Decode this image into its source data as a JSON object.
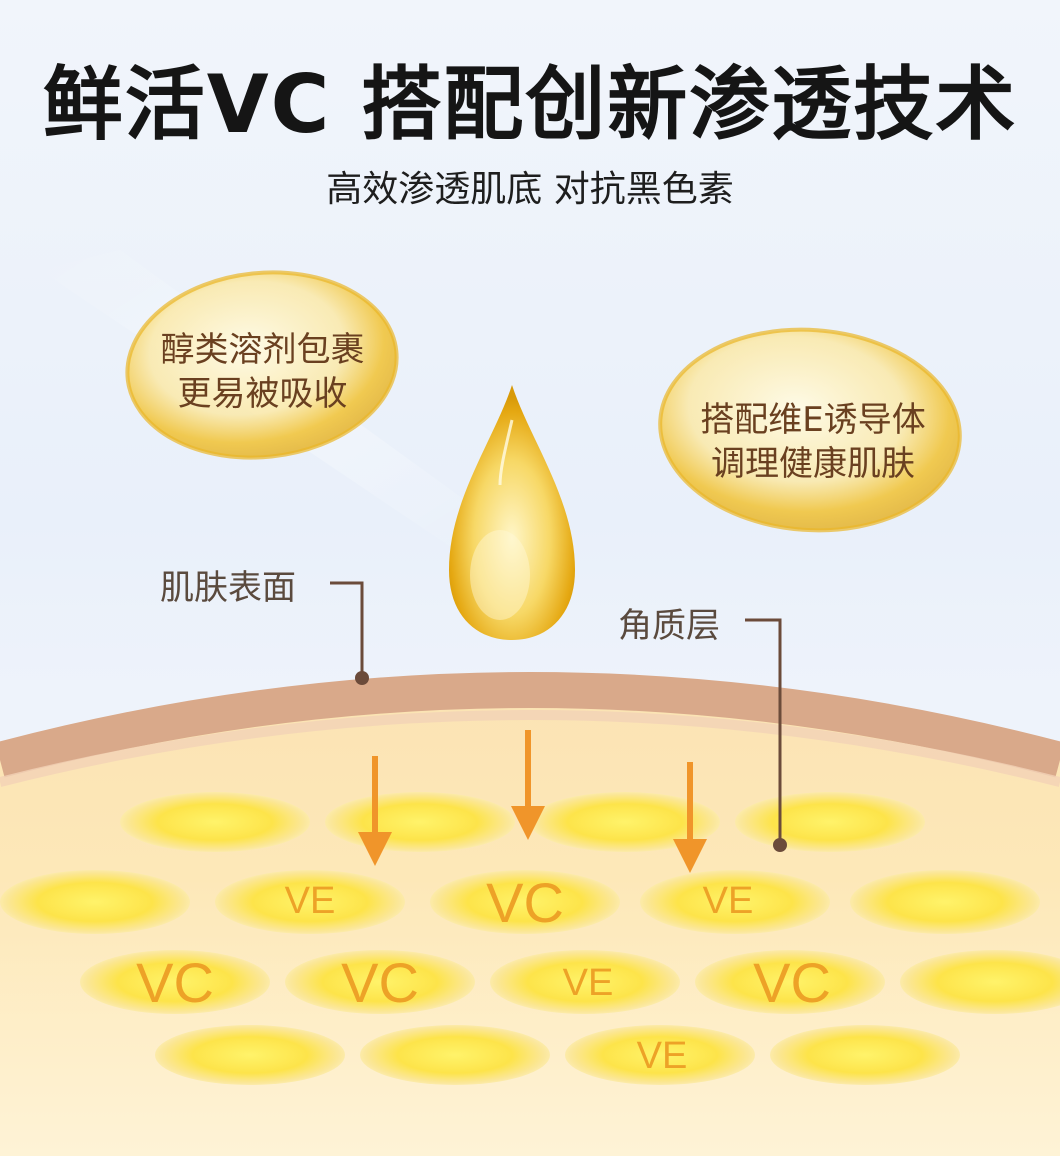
{
  "header": {
    "title": "鲜活VC  搭配创新渗透技术",
    "subtitle": "高效渗透肌底 对抗黑色素"
  },
  "bubbles": {
    "left": {
      "line1": "醇类溶剂包裹",
      "line2": "更易被吸收"
    },
    "right": {
      "line1": "搭配维E诱导体",
      "line2": "调理健康肌肤"
    }
  },
  "labels": {
    "skin_surface": "肌肤表面",
    "stratum_corneum": "角质层"
  },
  "cells": [
    {
      "text": "VE"
    },
    {
      "text": "VC"
    },
    {
      "text": "VE"
    },
    {
      "text": "VC"
    },
    {
      "text": "VC"
    },
    {
      "text": "VE"
    },
    {
      "text": "VC"
    },
    {
      "text": "VE"
    }
  ],
  "colors": {
    "arrow": "#f0952a",
    "leader": "#6b4b3a",
    "skin_band": "#d9a98a",
    "cell_text": "#eda227"
  }
}
